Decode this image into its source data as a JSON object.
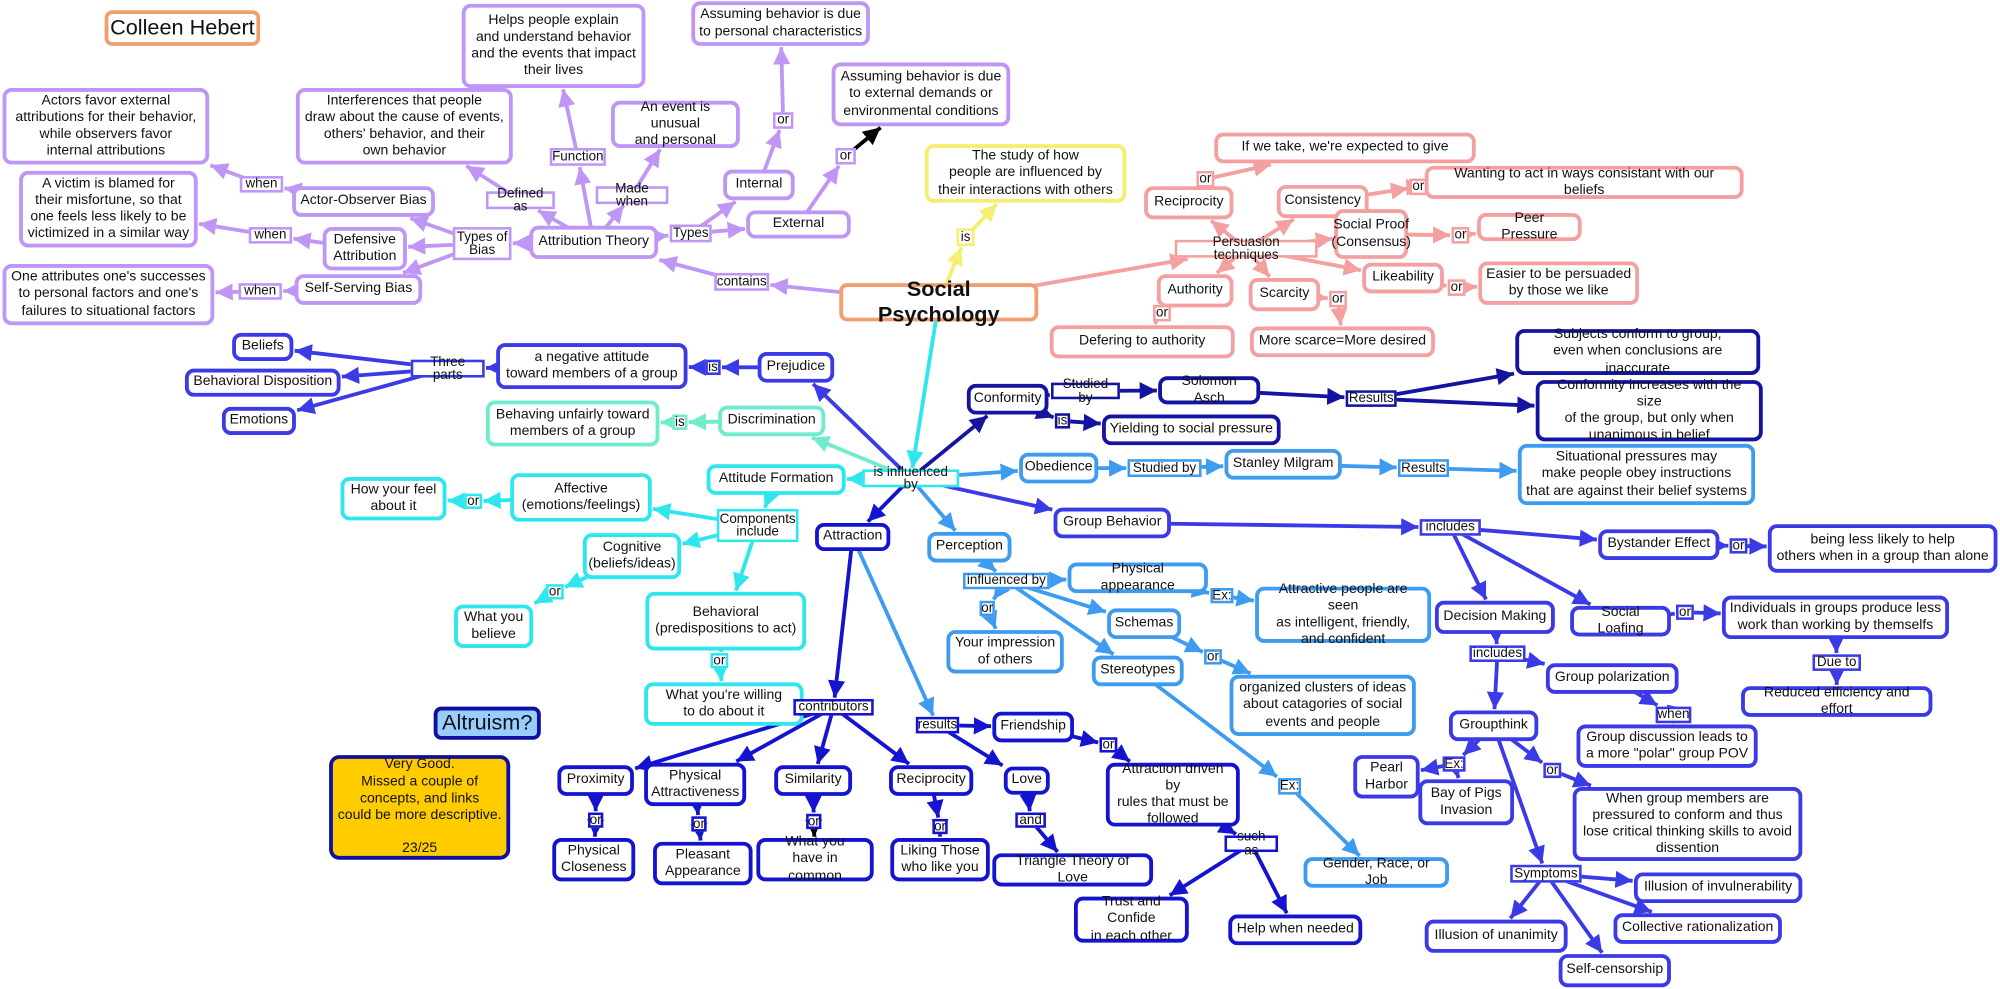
{
  "author": "Colleen Hebert",
  "nodes": [
    "Colleen Hebert",
    "Social Psychology",
    "The study of how\npeople are influenced by\ntheir interactions with others",
    "is",
    "Helps people explain\nand understand behavior\nand the events that impact\ntheir lives",
    "Assuming behavior is due\nto personal characteristics",
    "Assuming behavior is due\nto external demands or\nenvironmental conditions",
    "Actors favor external\nattributions for their behavior,\nwhile observers favor\ninternal attributions",
    "Interferences that people\ndraw about the cause of events,\nothers' behavior, and their\nown behavior",
    "An event is unusual\nand personal",
    "A victim is blamed for\ntheir misfortune, so that\none feels less likely to be\nvictimized in a similar way",
    "Actor-Observer Bias",
    "Defensive\nAttribution",
    "Self-Serving Bias",
    "One attributes one's successes\nto personal factors and one's\nfailures to situational factors",
    "Attribution Theory",
    "Internal",
    "External",
    "Function",
    "Defined as",
    "Made when",
    "or",
    "or",
    "Types",
    "Types of\nBias",
    "when",
    "when",
    "when",
    "contains",
    "If we take, we're expected to give",
    "Wanting to act in ways consistant with our beliefs",
    "Reciprocity",
    "Consistency",
    "Social Proof\n(Consensus)",
    "Peer Pressure",
    "Authority",
    "Scarcity",
    "Likeability",
    "Easier to be persuaded\nby those we like",
    "Defering to authority",
    "More scarce=More desired",
    "Persuasion techniques",
    "or",
    "or",
    "or",
    "or",
    "or",
    "or",
    "is influenced by",
    "Beliefs",
    "Behavioral Disposition",
    "Emotions",
    "Three parts",
    "a negative attitude\ntoward members of a group",
    "is",
    "Prejudice",
    "Behaving unfairly toward\nmembers of a group",
    "is",
    "Discrimination",
    "Attitude Formation",
    "How your feel\nabout it",
    "or",
    "Affective\n(emotions/feelings)",
    "Components\ninclude",
    "Cognitive\n(beliefs/ideas)",
    "or",
    "What you\nbelieve",
    "Behavioral\n(predispositions to act)",
    "or",
    "What you're willing\nto do about it",
    "Attraction",
    "contributors",
    "Proximity",
    "Physical\nAttractiveness",
    "Similarity",
    "Reciprocity",
    "or",
    "or",
    "or",
    "or",
    "Physical\nCloseness",
    "Pleasant\nAppearance",
    "What you\nhave in common",
    "Liking Those\nwho like you",
    "results",
    "Friendship",
    "Love",
    "and",
    "Triangle Theory of Love",
    "or",
    "Attraction driven by\nrules that must be\nfollowed",
    "such as",
    "Trust and Confide\nin each other",
    "Help when needed",
    "Perception",
    "influenced by",
    "or",
    "Your impression\nof others",
    "Physical appearance",
    "Ex:",
    "Attractive people are seen\nas intelligent, friendly,\nand confident",
    "Schemas",
    "or",
    "organized clusters of ideas\nabout catagories of social\nevents and people",
    "Stereotypes",
    "Ex:",
    "Gender, Race, or Job",
    "Conformity",
    "Studied by",
    "Solomon Asch",
    "Results",
    "Subjects conform to group,\neven when conclusions are inaccurate",
    "Conformity increases with the size\nof the group, but only when\nunanimous in belief",
    "is",
    "Yielding to social pressure",
    "Obedience",
    "Studied by",
    "Stanley Milgram",
    "Results",
    "Situational pressures may\nmake people obey instructions\nthat are against their belief systems",
    "Group Behavior",
    "includes",
    "Bystander Effect",
    "or",
    "being less likely to help\nothers when in a group than alone",
    "Decision Making",
    "Social Loafing",
    "or",
    "Individuals in groups produce less\nwork than working by themselfs",
    "Due to",
    "Reduced efficiency and effort",
    "includes",
    "Group polarization",
    "when",
    "Group discussion leads to\na more \"polar\" group POV",
    "Groupthink",
    "Ex:",
    "Pearl\nHarbor",
    "Bay of Pigs\nInvasion",
    "or",
    "When group members are\npressured to conform and thus\nlose critical thinking skills to avoid\ndissention",
    "Symptoms",
    "Illusion of invulnerability",
    "Collective rationalization",
    "Illusion of unanimity",
    "Self-censorship",
    "Altruism?",
    "Very Good.\nMissed a couple of\nconcepts, and links\ncould be more descriptive.\n\n23/25"
  ],
  "colors": {
    "purple": "#bf96f5",
    "pink": "#f4a0a0",
    "yellow": "#ffff99",
    "orange": "#f0a070",
    "cyan": "#2ee6ee",
    "mint": "#70eccc",
    "dark_blue": "#1414d0",
    "blue": "#3a3ae6",
    "light_blue": "#3d9cef",
    "note": "#ffcc00",
    "altruism_bg": "#99ccff"
  }
}
